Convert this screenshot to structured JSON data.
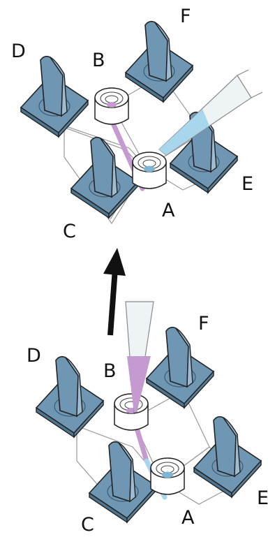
{
  "colors": {
    "valve": "#6f97b3",
    "valve_dark": "#4e7590",
    "valve_light": "#9dbcd1",
    "outline": "#222222",
    "purple_fluid": "#c59ad1",
    "blue_fluid": "#a8d6ec",
    "channel": "#9a9a9a"
  },
  "top": {
    "labels": {
      "A": "A",
      "B": "B",
      "C": "C",
      "D": "D",
      "E": "E",
      "F": "F"
    }
  },
  "bottom": {
    "labels": {
      "A": "A",
      "B": "B",
      "C": "C",
      "D": "D",
      "E": "E",
      "F": "F"
    }
  },
  "arrow_icon": "up-arrow-icon"
}
